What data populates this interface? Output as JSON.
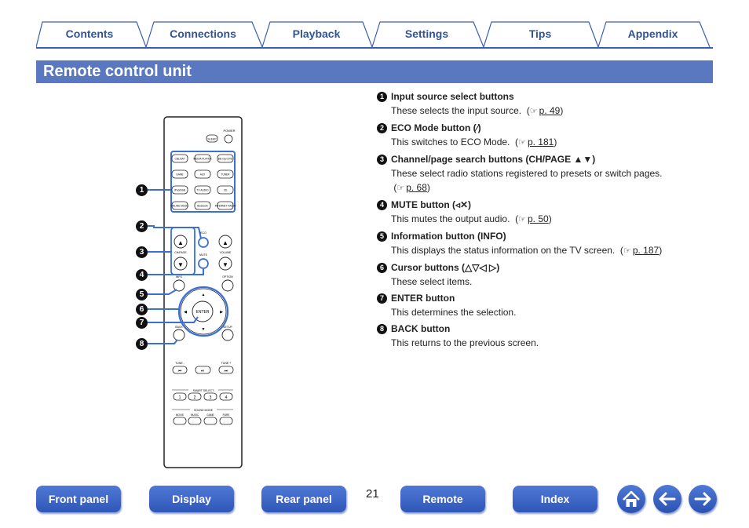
{
  "tabs": [
    "Contents",
    "Connections",
    "Playback",
    "Settings",
    "Tips",
    "Appendix"
  ],
  "page_title": "Remote control unit",
  "items": [
    {
      "num": "1",
      "title": "Input source select buttons",
      "desc": "These selects the input source.",
      "ref": "p. 49"
    },
    {
      "num": "2",
      "title": "ECO Mode button (∕)",
      "desc": "This switches to ECO Mode.",
      "ref": "p. 181"
    },
    {
      "num": "3",
      "title": "Channel/page search buttons (CH/PAGE ▲▼)",
      "desc": "These select radio stations registered to presets or switch pages.",
      "ref": "p. 68"
    },
    {
      "num": "4",
      "title": "MUTE button (◃✕)",
      "desc": "This mutes the output audio.",
      "ref": "p. 50"
    },
    {
      "num": "5",
      "title": "Information button (INFO)",
      "desc": "This displays the status information on the TV screen.",
      "ref": "p. 187"
    },
    {
      "num": "6",
      "title": "Cursor buttons (△▽◁ ▷)",
      "desc": "These select items.",
      "ref": ""
    },
    {
      "num": "7",
      "title": "ENTER button",
      "desc": "This determines the selection.",
      "ref": ""
    },
    {
      "num": "8",
      "title": "BACK button",
      "desc": "This returns to the previous screen.",
      "ref": ""
    }
  ],
  "remote": {
    "power": "POWER",
    "sleep": "SLEEP",
    "inputs": [
      "CBL/SAT",
      "MEDIA PLAYER",
      "Blu-ray/ DVD",
      "GAME",
      "AUX",
      "TUNER",
      "iPod/USB",
      "TV AUDIO",
      "CD",
      "ONLINE MUSIC",
      "Bluetooth",
      "INTERNET RADIO"
    ],
    "eco": "ECO",
    "ch_page": "CH/PAGE",
    "volume": "VOLUME",
    "mute": "MUTE",
    "info": "INFO",
    "option": "OPTION",
    "enter": "ENTER",
    "back": "BACK",
    "setup": "SETUP",
    "tune_minus": "TUNE -",
    "tune_plus": "TUNE +",
    "smart_select": "SMART SELECT",
    "smart_nums": [
      "1",
      "2",
      "3",
      "4"
    ],
    "sound_mode": "SOUND MODE",
    "sound_modes": [
      "MOVIE",
      "MUSIC",
      "GAME",
      "PURE"
    ]
  },
  "callouts": [
    "1",
    "2",
    "3",
    "4",
    "5",
    "6",
    "7",
    "8"
  ],
  "bottom_nav": [
    "Front panel",
    "Display",
    "Rear panel",
    "Remote",
    "Index"
  ],
  "page_number": "21",
  "colors": {
    "accent": "#5a78c0",
    "tab_text": "#2f5597",
    "button": "#3a64c8",
    "highlight": "#3a6fd8"
  }
}
